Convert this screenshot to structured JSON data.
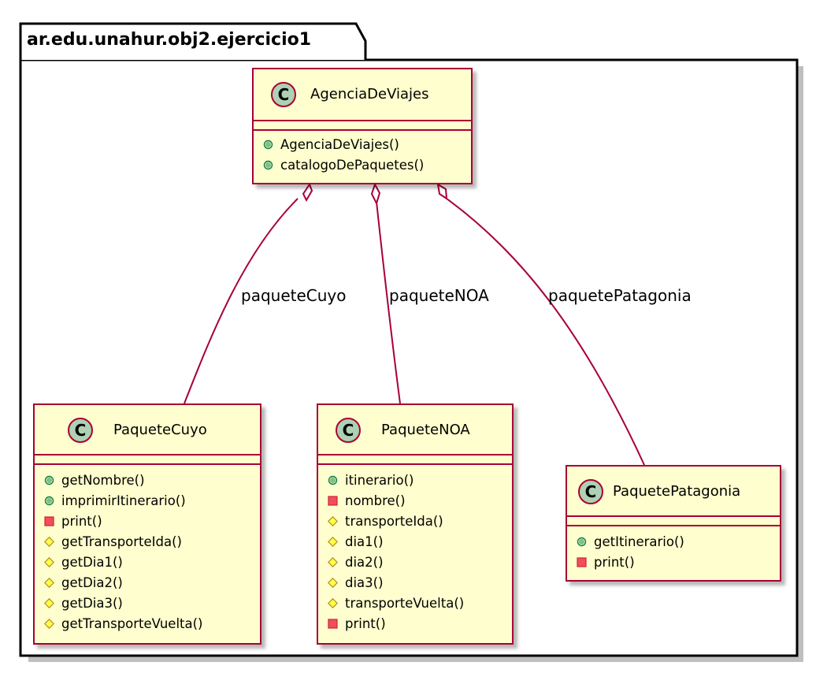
{
  "package": {
    "name": "ar.edu.unahur.obj2.ejercicio1"
  },
  "classes": {
    "agencia": {
      "name": "AgenciaDeViajes",
      "methods": [
        {
          "vis": "public",
          "name": "AgenciaDeViajes()"
        },
        {
          "vis": "public",
          "name": "catalogoDePaquetes()"
        }
      ]
    },
    "cuyo": {
      "name": "PaqueteCuyo",
      "methods": [
        {
          "vis": "public",
          "name": "getNombre()"
        },
        {
          "vis": "public",
          "name": "imprimirItinerario()"
        },
        {
          "vis": "private",
          "name": "print()"
        },
        {
          "vis": "protected",
          "name": "getTransporteIda()"
        },
        {
          "vis": "protected",
          "name": "getDia1()"
        },
        {
          "vis": "protected",
          "name": "getDia2()"
        },
        {
          "vis": "protected",
          "name": "getDia3()"
        },
        {
          "vis": "protected",
          "name": "getTransporteVuelta()"
        }
      ]
    },
    "noa": {
      "name": "PaqueteNOA",
      "methods": [
        {
          "vis": "public",
          "name": "itinerario()"
        },
        {
          "vis": "private",
          "name": "nombre()"
        },
        {
          "vis": "protected",
          "name": "transporteIda()"
        },
        {
          "vis": "protected",
          "name": "dia1()"
        },
        {
          "vis": "protected",
          "name": "dia2()"
        },
        {
          "vis": "protected",
          "name": "dia3()"
        },
        {
          "vis": "protected",
          "name": "transporteVuelta()"
        },
        {
          "vis": "private",
          "name": "print()"
        }
      ]
    },
    "patagonia": {
      "name": "PaquetePatagonia",
      "methods": [
        {
          "vis": "public",
          "name": "getItinerario()"
        },
        {
          "vis": "private",
          "name": "print()"
        }
      ]
    }
  },
  "associations": [
    {
      "id": "cuyo",
      "label": "paqueteCuyo",
      "type": "aggregation",
      "from": "AgenciaDeViajes",
      "to": "PaqueteCuyo"
    },
    {
      "id": "noa",
      "label": "paqueteNOA",
      "type": "aggregation",
      "from": "AgenciaDeViajes",
      "to": "PaqueteNOA"
    },
    {
      "id": "patagonia",
      "label": "paquetePatagonia",
      "type": "aggregation",
      "from": "AgenciaDeViajes",
      "to": "PaquetePatagonia"
    }
  ],
  "colors": {
    "class_fill": "#FEFECE",
    "class_border": "#A80036",
    "class_icon": "#ADD1B2",
    "public": "#84BE84",
    "protected": "#FFFF44",
    "private": "#C82930"
  },
  "icon_glyph": "C"
}
